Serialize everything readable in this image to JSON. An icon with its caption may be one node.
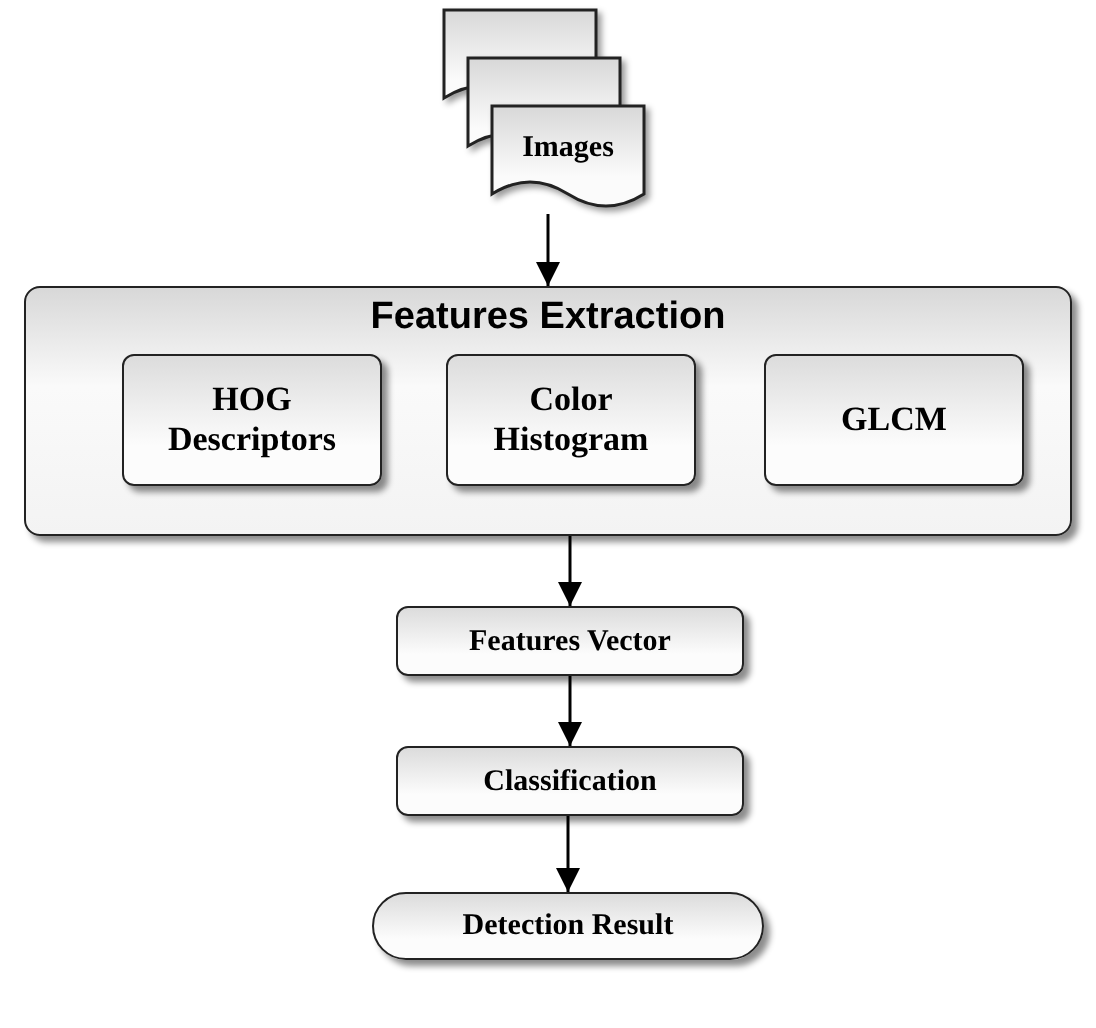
{
  "diagram": {
    "nodes": [
      {
        "text": [
          "Images"
        ]
      },
      {
        "text": [
          "Features Extraction"
        ]
      },
      {
        "text": [
          "HOG Descriptors"
        ],
        "in": 1
      },
      {
        "text": [
          "Color Histogram"
        ],
        "in": 1
      },
      {
        "text": [
          "GLCM"
        ],
        "in": 1
      },
      {
        "text": [
          "Features Vector"
        ]
      },
      {
        "text": [
          "Classification"
        ]
      },
      {
        "text": [
          "Detection Result"
        ]
      }
    ],
    "edges": [
      {
        "from": 0,
        "to": 1,
        "arrow": "to"
      },
      {
        "from": 1,
        "to": 5,
        "arrow": "to"
      },
      {
        "from": 5,
        "to": 6,
        "arrow": "to"
      },
      {
        "from": 6,
        "to": 7,
        "arrow": "to"
      }
    ]
  }
}
